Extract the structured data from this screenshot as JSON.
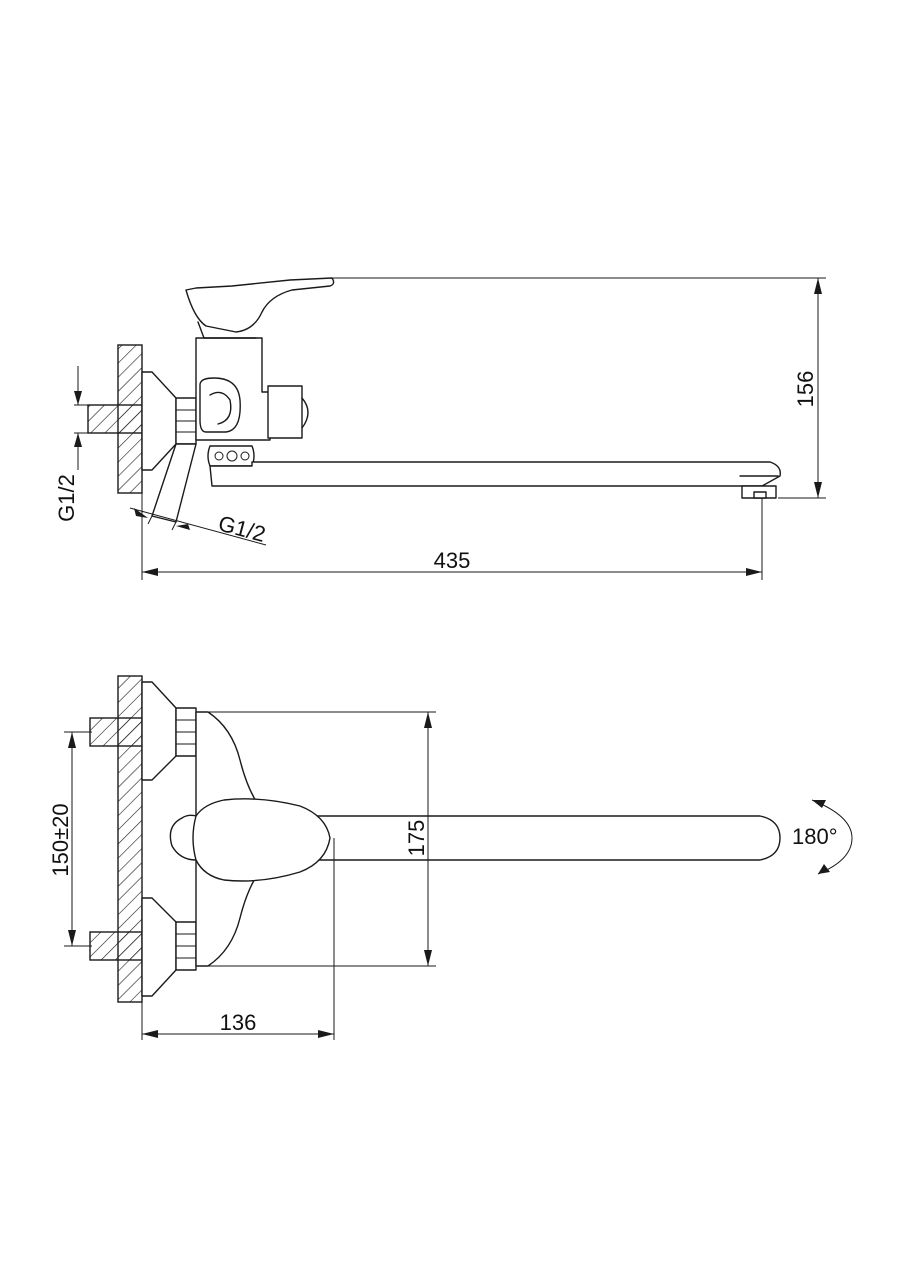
{
  "dimensions": {
    "total_length": "435",
    "height": "156",
    "thread_left": "G1/2",
    "thread_diag": "G1/2",
    "center_distance": "150±20",
    "body_width": "175",
    "depth": "136",
    "rotation": "180°"
  },
  "colors": {
    "line": "#1a1a1a",
    "background": "#ffffff"
  }
}
